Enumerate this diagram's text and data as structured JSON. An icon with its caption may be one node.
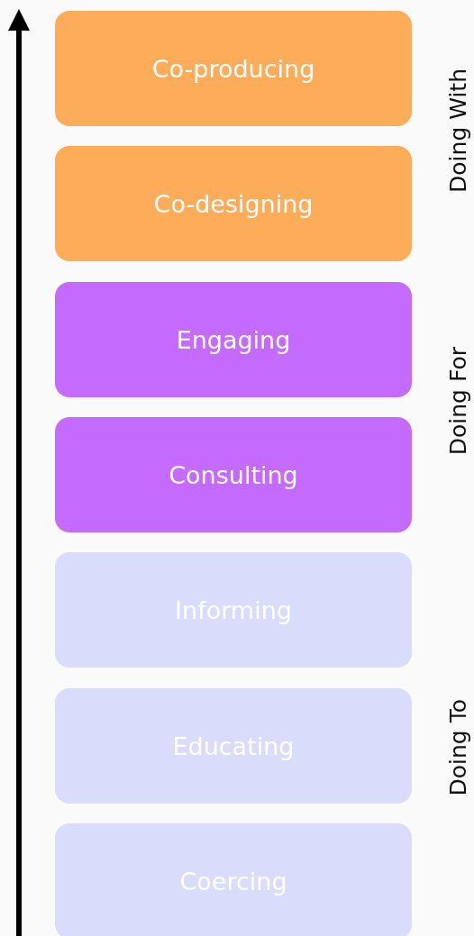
{
  "diagram": {
    "nodes": [
      {
        "text": [
          "Co-producing"
        ]
      },
      {
        "text": [
          "Co-designing"
        ]
      },
      {
        "text": [
          "Engaging"
        ]
      },
      {
        "text": [
          "Consulting"
        ]
      },
      {
        "text": [
          "Informing"
        ]
      },
      {
        "text": [
          "Educating"
        ]
      },
      {
        "text": [
          "Coercing"
        ]
      }
    ],
    "edges": [],
    "labels": [
      "Doing With",
      "Doing For",
      "Doing To"
    ]
  }
}
